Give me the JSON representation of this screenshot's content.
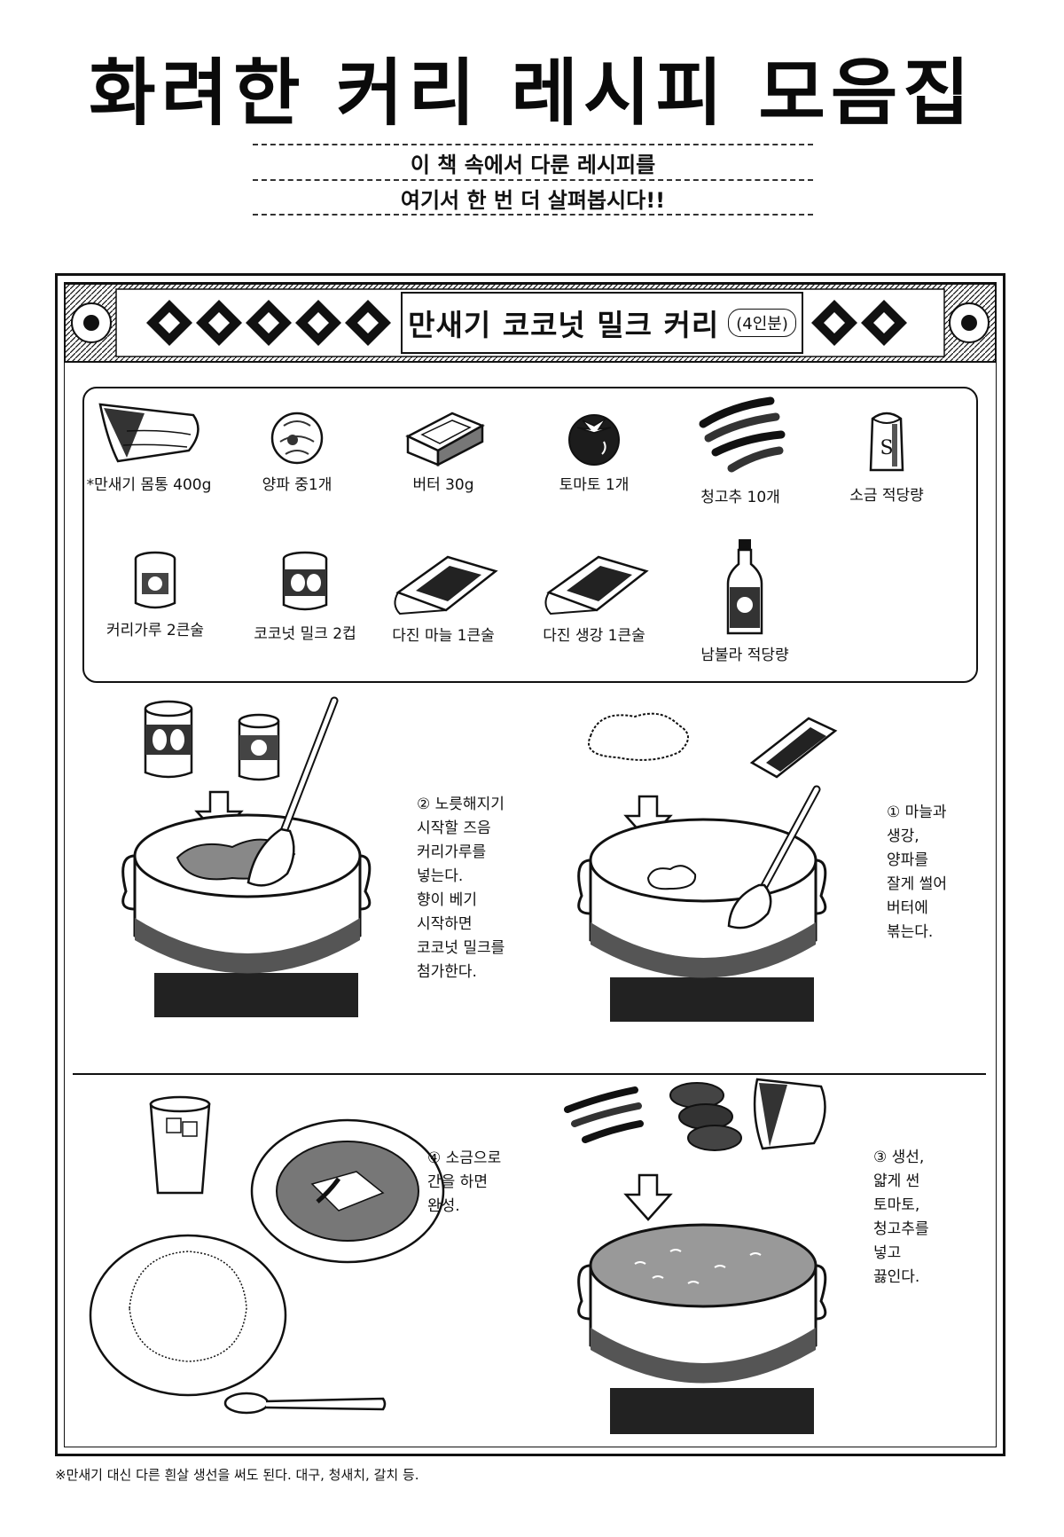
{
  "title": "화려한 커리 레시피 모음집",
  "subtitle": {
    "line1": "이 책 속에서 다룬 레시피를",
    "line2": "여기서 한 번 더 살펴봅시다!!"
  },
  "recipe": {
    "name": "만새기 코코넛 밀크 커리",
    "servings": "(4인분)"
  },
  "ingredients": [
    {
      "label": "*만새기 몸통 400g",
      "icon": "fish-fillet-icon"
    },
    {
      "label": "양파 중1개",
      "icon": "onion-icon"
    },
    {
      "label": "버터 30g",
      "icon": "butter-icon"
    },
    {
      "label": "토마토 1개",
      "icon": "tomato-icon"
    },
    {
      "label": "청고추 10개",
      "icon": "green-chili-icon"
    },
    {
      "label": "소금 적당량",
      "icon": "salt-shaker-icon"
    },
    {
      "label": "커리가루 2큰술",
      "icon": "curry-powder-can-icon"
    },
    {
      "label": "코코넛 밀크 2컵",
      "icon": "coconut-milk-can-icon"
    },
    {
      "label": "다진 마늘 1큰술",
      "icon": "minced-garlic-tray-icon"
    },
    {
      "label": "다진 생강 1큰술",
      "icon": "minced-ginger-tray-icon"
    },
    {
      "label": "남불라 적당량",
      "icon": "fish-sauce-bottle-icon"
    }
  ],
  "steps": {
    "step1": "① 마늘과\n생강,\n양파를\n잘게 썰어\n버터에\n볶는다.",
    "step2": "② 노릇해지기\n시작할 즈음\n커리가루를\n넣는다.\n향이 베기\n시작하면\n코코넛 밀크를\n첨가한다.",
    "step3": "③ 생선,\n얇게 썬\n토마토,\n청고추를\n넣고\n끓인다.",
    "step4": "④ 소금으로\n간을 하면\n완성."
  },
  "footnote": "※만새기 대신 다른 흰살 생선을 써도 된다. 대구, 청새치, 갈치 등."
}
